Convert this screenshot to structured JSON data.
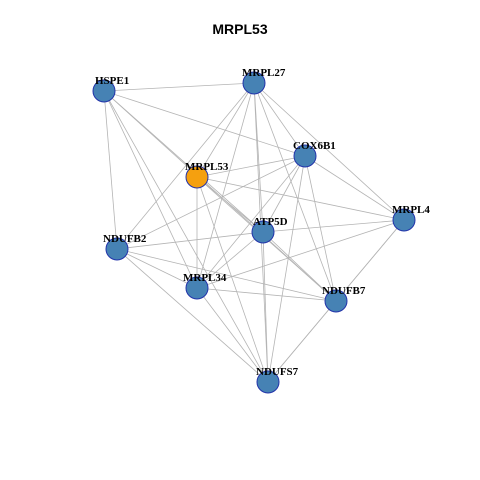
{
  "title": "MRPL53",
  "colors": {
    "node_default": "#4682b4",
    "node_highlight": "#f5a00f",
    "node_border": "#2233aa",
    "edge": "#b4b4b4"
  },
  "nodes": [
    {
      "id": "HSPE1",
      "label": "HSPE1",
      "highlight": false
    },
    {
      "id": "MRPL27",
      "label": "MRPL27",
      "highlight": false
    },
    {
      "id": "COX6B1",
      "label": "COX6B1",
      "highlight": false
    },
    {
      "id": "MRPL53",
      "label": "MRPL53",
      "highlight": true
    },
    {
      "id": "MRPL4",
      "label": "MRPL4",
      "highlight": false
    },
    {
      "id": "ATP5D",
      "label": "ATP5D",
      "highlight": false
    },
    {
      "id": "NDUFB2",
      "label": "NDUFB2",
      "highlight": false
    },
    {
      "id": "MRPL34",
      "label": "MRPL34",
      "highlight": false
    },
    {
      "id": "NDUFB7",
      "label": "NDUFB7",
      "highlight": false
    },
    {
      "id": "NDUFS7",
      "label": "NDUFS7",
      "highlight": false
    }
  ],
  "edges": [
    [
      "HSPE1",
      "MRPL27"
    ],
    [
      "HSPE1",
      "COX6B1"
    ],
    [
      "HSPE1",
      "ATP5D"
    ],
    [
      "HSPE1",
      "NDUFB2"
    ],
    [
      "HSPE1",
      "MRPL34"
    ],
    [
      "HSPE1",
      "NDUFB7"
    ],
    [
      "HSPE1",
      "NDUFS7"
    ],
    [
      "MRPL27",
      "COX6B1"
    ],
    [
      "MRPL27",
      "MRPL53"
    ],
    [
      "MRPL27",
      "MRPL4"
    ],
    [
      "MRPL27",
      "ATP5D"
    ],
    [
      "MRPL27",
      "NDUFB2"
    ],
    [
      "MRPL27",
      "MRPL34"
    ],
    [
      "MRPL27",
      "NDUFB7"
    ],
    [
      "MRPL27",
      "NDUFS7"
    ],
    [
      "COX6B1",
      "MRPL53"
    ],
    [
      "COX6B1",
      "MRPL4"
    ],
    [
      "COX6B1",
      "ATP5D"
    ],
    [
      "COX6B1",
      "NDUFB2"
    ],
    [
      "COX6B1",
      "MRPL34"
    ],
    [
      "COX6B1",
      "NDUFB7"
    ],
    [
      "COX6B1",
      "NDUFS7"
    ],
    [
      "MRPL53",
      "MRPL4"
    ],
    [
      "MRPL53",
      "ATP5D"
    ],
    [
      "MRPL53",
      "MRPL34"
    ],
    [
      "MRPL53",
      "NDUFB7"
    ],
    [
      "MRPL53",
      "NDUFS7"
    ],
    [
      "MRPL4",
      "ATP5D"
    ],
    [
      "MRPL4",
      "MRPL34"
    ],
    [
      "MRPL4",
      "NDUFB7"
    ],
    [
      "MRPL4",
      "NDUFS7"
    ],
    [
      "ATP5D",
      "NDUFB2"
    ],
    [
      "ATP5D",
      "MRPL34"
    ],
    [
      "ATP5D",
      "NDUFB7"
    ],
    [
      "ATP5D",
      "NDUFS7"
    ],
    [
      "NDUFB2",
      "MRPL34"
    ],
    [
      "NDUFB2",
      "NDUFB7"
    ],
    [
      "NDUFB2",
      "NDUFS7"
    ],
    [
      "MRPL34",
      "NDUFB7"
    ],
    [
      "MRPL34",
      "NDUFS7"
    ],
    [
      "NDUFB7",
      "NDUFS7"
    ]
  ]
}
